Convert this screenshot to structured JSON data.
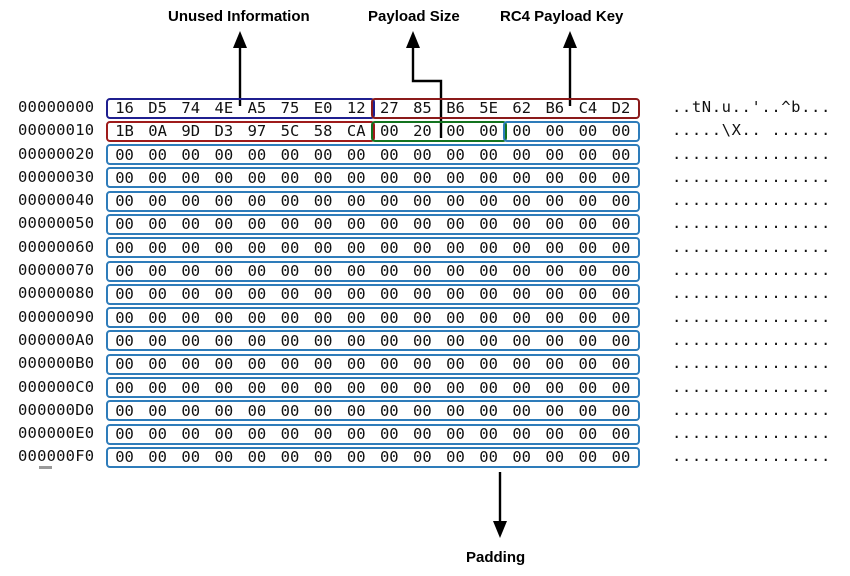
{
  "figure": {
    "title": "Annotated hex dump of encrypted payload header",
    "background": "#ffffff"
  },
  "annotations": [
    {
      "id": "unused-information",
      "label": "Unused Information",
      "arrow": "straight-up",
      "target": "row0-bytes-0-7",
      "color": "#000000"
    },
    {
      "id": "payload-size",
      "label": "Payload Size",
      "arrow": "elbow-up",
      "target": "row1-bytes-8-11",
      "color": "#000000"
    },
    {
      "id": "rc4-payload-key",
      "label": "RC4 Payload Key",
      "arrow": "straight-up",
      "target": "row0-bytes-8-15",
      "color": "#000000"
    },
    {
      "id": "padding",
      "label": "Padding",
      "arrow": "straight-down",
      "target": "rows-2-15",
      "color": "#000000"
    }
  ],
  "highlight_colors": {
    "navy": "#1f1f8f",
    "red": "#9e1b1b",
    "dark_red": "#8b1a1a",
    "green": "#13731f",
    "steel_blue": "#2e7cba"
  },
  "hexdump": {
    "bytes_per_row": 16,
    "rows": [
      {
        "address": "00000000",
        "ascii": "..tN.u..'..^b...",
        "groups": [
          {
            "color": "navy",
            "start": 0,
            "bytes": [
              "16",
              "D5",
              "74",
              "4E",
              "A5",
              "75",
              "E0",
              "12"
            ]
          },
          {
            "color": "darkred",
            "start": 8,
            "bytes": [
              "27",
              "85",
              "B6",
              "5E",
              "62",
              "B6",
              "C4",
              "D2"
            ]
          }
        ]
      },
      {
        "address": "00000010",
        "ascii": ".....\\X.. ......",
        "groups": [
          {
            "color": "red",
            "start": 0,
            "bytes": [
              "1B",
              "0A",
              "9D",
              "D3",
              "97",
              "5C",
              "58",
              "CA"
            ]
          },
          {
            "color": "green",
            "start": 8,
            "bytes": [
              "00",
              "20",
              "00",
              "00"
            ]
          },
          {
            "color": "steel",
            "start": 12,
            "bytes": [
              "00",
              "00",
              "00",
              "00"
            ]
          }
        ]
      },
      {
        "address": "00000020",
        "ascii": "................",
        "groups": [
          {
            "color": "steel",
            "start": 0,
            "bytes": [
              "00",
              "00",
              "00",
              "00",
              "00",
              "00",
              "00",
              "00",
              "00",
              "00",
              "00",
              "00",
              "00",
              "00",
              "00",
              "00"
            ]
          }
        ]
      },
      {
        "address": "00000030",
        "ascii": "................",
        "groups": [
          {
            "color": "steel",
            "start": 0,
            "bytes": [
              "00",
              "00",
              "00",
              "00",
              "00",
              "00",
              "00",
              "00",
              "00",
              "00",
              "00",
              "00",
              "00",
              "00",
              "00",
              "00"
            ]
          }
        ]
      },
      {
        "address": "00000040",
        "ascii": "................",
        "groups": [
          {
            "color": "steel",
            "start": 0,
            "bytes": [
              "00",
              "00",
              "00",
              "00",
              "00",
              "00",
              "00",
              "00",
              "00",
              "00",
              "00",
              "00",
              "00",
              "00",
              "00",
              "00"
            ]
          }
        ]
      },
      {
        "address": "00000050",
        "ascii": "................",
        "groups": [
          {
            "color": "steel",
            "start": 0,
            "bytes": [
              "00",
              "00",
              "00",
              "00",
              "00",
              "00",
              "00",
              "00",
              "00",
              "00",
              "00",
              "00",
              "00",
              "00",
              "00",
              "00"
            ]
          }
        ]
      },
      {
        "address": "00000060",
        "ascii": "................",
        "groups": [
          {
            "color": "steel",
            "start": 0,
            "bytes": [
              "00",
              "00",
              "00",
              "00",
              "00",
              "00",
              "00",
              "00",
              "00",
              "00",
              "00",
              "00",
              "00",
              "00",
              "00",
              "00"
            ]
          }
        ]
      },
      {
        "address": "00000070",
        "ascii": "................",
        "groups": [
          {
            "color": "steel",
            "start": 0,
            "bytes": [
              "00",
              "00",
              "00",
              "00",
              "00",
              "00",
              "00",
              "00",
              "00",
              "00",
              "00",
              "00",
              "00",
              "00",
              "00",
              "00"
            ]
          }
        ]
      },
      {
        "address": "00000080",
        "ascii": "................",
        "groups": [
          {
            "color": "steel",
            "start": 0,
            "bytes": [
              "00",
              "00",
              "00",
              "00",
              "00",
              "00",
              "00",
              "00",
              "00",
              "00",
              "00",
              "00",
              "00",
              "00",
              "00",
              "00"
            ]
          }
        ]
      },
      {
        "address": "00000090",
        "ascii": "................",
        "groups": [
          {
            "color": "steel",
            "start": 0,
            "bytes": [
              "00",
              "00",
              "00",
              "00",
              "00",
              "00",
              "00",
              "00",
              "00",
              "00",
              "00",
              "00",
              "00",
              "00",
              "00",
              "00"
            ]
          }
        ]
      },
      {
        "address": "000000A0",
        "ascii": "................",
        "groups": [
          {
            "color": "steel",
            "start": 0,
            "bytes": [
              "00",
              "00",
              "00",
              "00",
              "00",
              "00",
              "00",
              "00",
              "00",
              "00",
              "00",
              "00",
              "00",
              "00",
              "00",
              "00"
            ]
          }
        ]
      },
      {
        "address": "000000B0",
        "ascii": "................",
        "groups": [
          {
            "color": "steel",
            "start": 0,
            "bytes": [
              "00",
              "00",
              "00",
              "00",
              "00",
              "00",
              "00",
              "00",
              "00",
              "00",
              "00",
              "00",
              "00",
              "00",
              "00",
              "00"
            ]
          }
        ]
      },
      {
        "address": "000000C0",
        "ascii": "................",
        "groups": [
          {
            "color": "steel",
            "start": 0,
            "bytes": [
              "00",
              "00",
              "00",
              "00",
              "00",
              "00",
              "00",
              "00",
              "00",
              "00",
              "00",
              "00",
              "00",
              "00",
              "00",
              "00"
            ]
          }
        ]
      },
      {
        "address": "000000D0",
        "ascii": "................",
        "groups": [
          {
            "color": "steel",
            "start": 0,
            "bytes": [
              "00",
              "00",
              "00",
              "00",
              "00",
              "00",
              "00",
              "00",
              "00",
              "00",
              "00",
              "00",
              "00",
              "00",
              "00",
              "00"
            ]
          }
        ]
      },
      {
        "address": "000000E0",
        "ascii": "................",
        "groups": [
          {
            "color": "steel",
            "start": 0,
            "bytes": [
              "00",
              "00",
              "00",
              "00",
              "00",
              "00",
              "00",
              "00",
              "00",
              "00",
              "00",
              "00",
              "00",
              "00",
              "00",
              "00"
            ]
          }
        ]
      },
      {
        "address": "000000F0",
        "ascii": "................",
        "groups": [
          {
            "color": "steel",
            "start": 0,
            "bytes": [
              "00",
              "00",
              "00",
              "00",
              "00",
              "00",
              "00",
              "00",
              "00",
              "00",
              "00",
              "00",
              "00",
              "00",
              "00",
              "00"
            ]
          }
        ]
      }
    ]
  }
}
